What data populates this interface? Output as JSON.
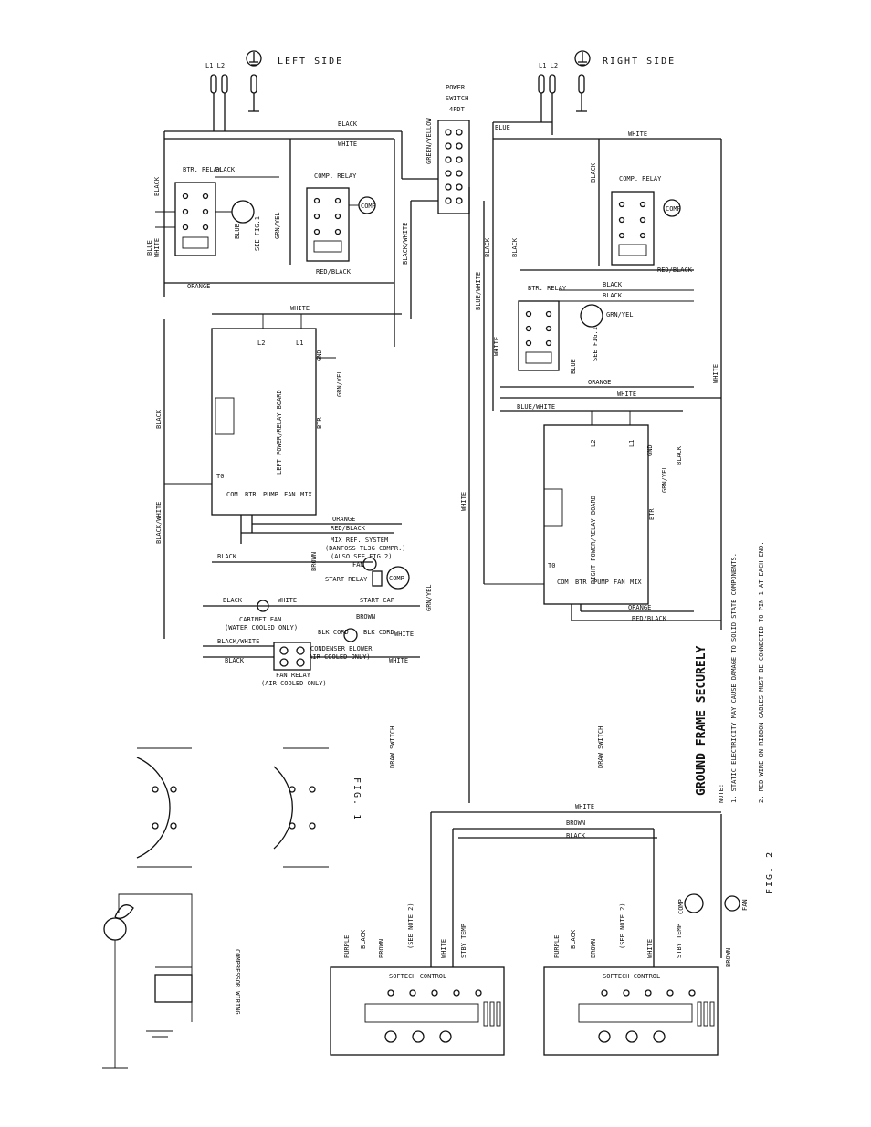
{
  "header": {
    "left_side": "LEFT SIDE",
    "right_side": "RIGHT SIDE",
    "line_left": "L1 L2",
    "line_right": "L1 L2"
  },
  "power_switch": {
    "line1": "POWER",
    "line2": "SWITCH",
    "line3": "4PDT",
    "ground_wire": "GREEN/YELLOW"
  },
  "wires": {
    "black": "BLACK",
    "white": "WHITE",
    "blue": "BLUE",
    "orange": "ORANGE",
    "red_black": "RED/BLACK",
    "black_white": "BLACK/WHITE",
    "blue_white": "BLUE/WHITE",
    "brown": "BROWN",
    "grn_yel": "GRN/YEL",
    "purple": "PURPLE"
  },
  "relays": {
    "btr": "BTR. RELAY",
    "comp": "COMP. RELAY",
    "fan": "FAN RELAY",
    "fan_sub": "(AIR COOLED ONLY)",
    "start": "START RELAY",
    "start_cap": "START CAP"
  },
  "boards": {
    "left": "LEFT POWER/RELAY BOARD",
    "right": "RIGHT POWER/RELAY BOARD"
  },
  "terminals": {
    "com": "COM",
    "btr": "BTR",
    "pump": "PUMP",
    "fan": "FAN",
    "mix": "MIX",
    "l1": "L1",
    "l2": "L2",
    "gnd": "GND",
    "t0": "T0"
  },
  "components": {
    "cabinet_fan": "CABINET FAN",
    "cabinet_fan_sub": "(WATER COOLED ONLY)",
    "condenser_blower": "CONDENSER BLOWER",
    "condenser_blower_sub": "(AIR COOLED ONLY)",
    "mix_ref_1": "MIX REF. SYSTEM",
    "mix_ref_2": "(DANFOSS TL3G COMPR.)",
    "mix_ref_3": "(ALSO SEE FIG.2)",
    "comp": "COMP",
    "blk_cord": "BLK CORD",
    "softech": "SOFTECH CONTROL",
    "draw_switch": "DRAW SWITCH",
    "see_note_2": "(SEE NOTE 2)",
    "stby_temp": "STBY TEMP"
  },
  "figures": {
    "fig1": "FIG. 1",
    "fig2": "FIG. 2",
    "see_fig_1": "SEE FIG.1",
    "compressor_wiring": "COMPRESSOR WIRING"
  },
  "notes": {
    "title": "GROUND FRAME SECURELY",
    "label": "NOTE:",
    "n1": "1. STATIC ELECTRICITY MAY CAUSE DAMAGE TO SOLID STATE COMPONENTS.",
    "n2": "2. RED WIRE ON RIBBON CABLES MUST BE CONNECTED TO PIN 1 AT EACH END."
  }
}
